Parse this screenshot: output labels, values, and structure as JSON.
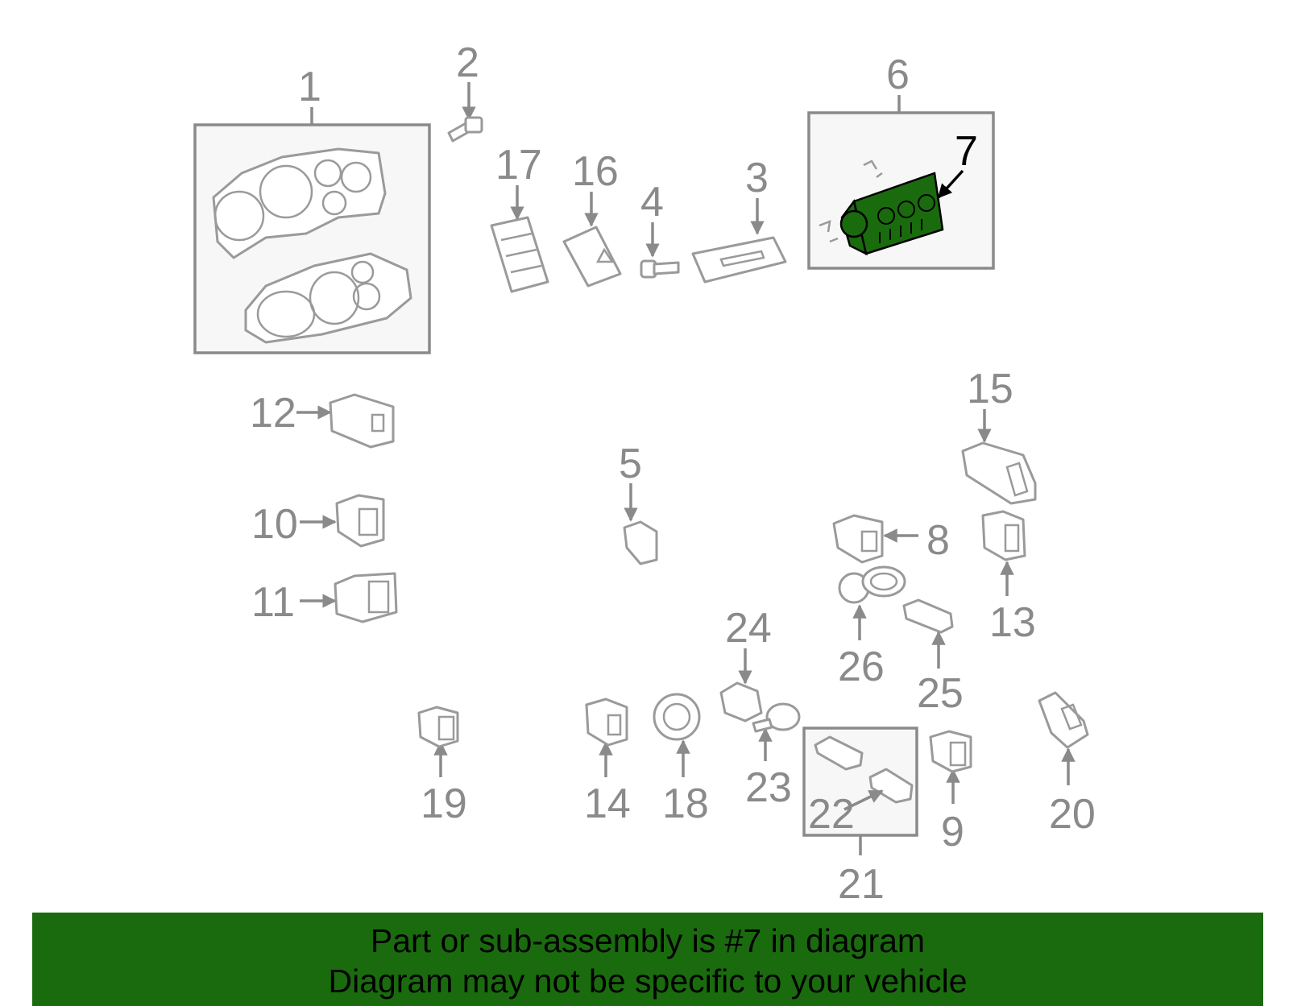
{
  "callouts": {
    "c1": "1",
    "c2": "2",
    "c3": "3",
    "c4": "4",
    "c5": "5",
    "c6": "6",
    "c7": "7",
    "c8": "8",
    "c9": "9",
    "c10": "10",
    "c11": "11",
    "c12": "12",
    "c13": "13",
    "c14": "14",
    "c15": "15",
    "c16": "16",
    "c17": "17",
    "c18": "18",
    "c19": "19",
    "c20": "20",
    "c21": "21",
    "c22": "22",
    "c23": "23",
    "c24": "24",
    "c25": "25",
    "c26": "26"
  },
  "highlighted_part": "7",
  "colors": {
    "highlight": "#1a6b0e",
    "line": "#8a8a8a",
    "banner": "#1a6b0e"
  },
  "banner": {
    "line1": "Part or sub-assembly is #7 in diagram",
    "line2": "Diagram may not be specific to your vehicle"
  }
}
